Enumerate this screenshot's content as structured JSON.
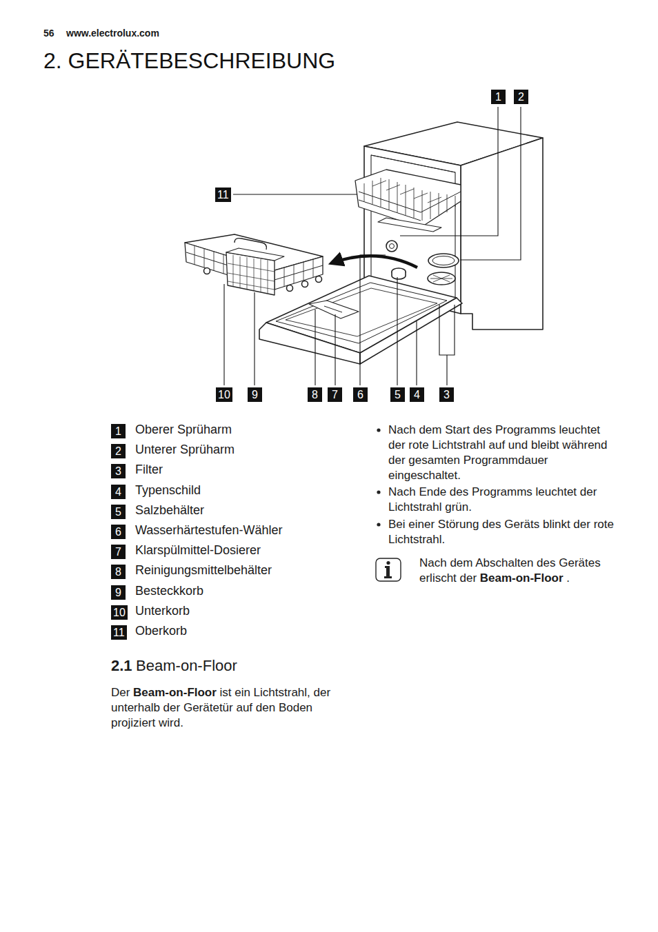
{
  "diagram": {
    "title": "2. GERÄTEBESCHREIBUNG",
    "labels": [
      "56",
      "www.electrolux.com",
      "1",
      "2",
      "11",
      "10",
      "9",
      "8",
      "7",
      "6",
      "5",
      "4",
      "3",
      "1",
      "Oberer Sprüharm",
      "2",
      "Unterer Sprüharm",
      "3",
      "Filter",
      "4",
      "Typenschild",
      "5",
      "Salzbehälter",
      "6",
      "Wasserhärtestufen-Wähler",
      "7",
      "Klarspülmittel-Dosierer",
      "8",
      "Reinigungsmittelbehälter",
      "9",
      "Besteckkorb",
      "10",
      "Unterkorb",
      "11",
      "Oberkorb",
      "2.1",
      "Beam-on-Floor",
      "Der",
      "Beam-on-Floor",
      "ist ein Lichtstrahl, der unterhalb der Gerätetür auf den Boden projiziert wird.",
      "Nach dem Start des Programms leuchtet der rote Lichtstrahl auf und bleibt während der gesamten Programmdauer eingeschaltet.",
      "Nach Ende des Programms leuchtet der Lichtstrahl grün.",
      "Bei einer Störung des Geräts blinkt der rote Lichtstrahl.",
      "Nach dem Abschalten des Gerätes erlischt der",
      "Beam-on-Floor",
      "."
    ]
  }
}
